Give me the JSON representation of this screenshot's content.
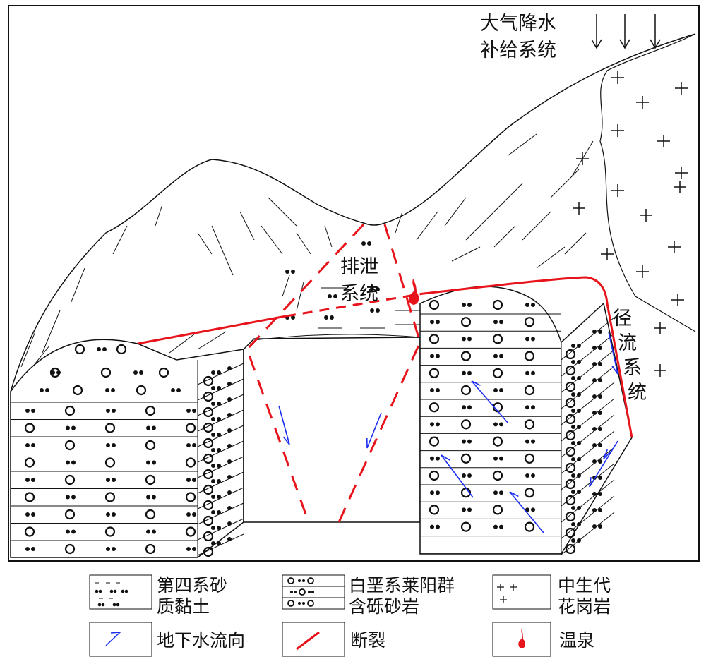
{
  "labels": {
    "recharge_line1": "大气降水",
    "recharge_line2": "补给系统",
    "discharge_line1": "排泄",
    "discharge_line2": "系统",
    "runoff": [
      "径",
      "流",
      "系",
      "统"
    ]
  },
  "legend": [
    {
      "line1": "第四系砂",
      "line2": "质黏土",
      "icon": "sandy-clay-pattern"
    },
    {
      "line1": "白垩系莱阳群",
      "line2": "含砾砂岩",
      "icon": "conglomerate-sandstone-pattern"
    },
    {
      "line1": "中生代",
      "line2": "花岗岩",
      "icon": "granite-pattern"
    },
    {
      "line1": "地下水流向",
      "icon": "groundwater-flow-arrow"
    },
    {
      "line1": "断裂",
      "icon": "fault-line"
    },
    {
      "line1": "温泉",
      "icon": "hot-spring"
    }
  ],
  "colors": {
    "fault": "#e8141c",
    "flow": "#1a2cf0",
    "line": "#111111"
  }
}
